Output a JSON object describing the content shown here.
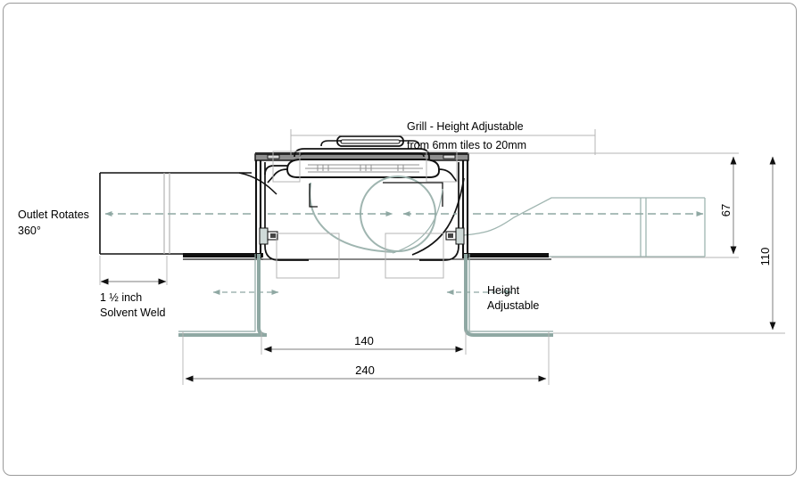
{
  "drawing": {
    "title": "Adjustable Height Shower Drain - Cross Section",
    "view": "section",
    "units": "mm"
  },
  "annotations": {
    "grill_line1": "Grill - Height Adjustable",
    "grill_line2": "from 6mm tiles to 20mm",
    "outlet_line1": "Outlet Rotates",
    "outlet_line2": "360°",
    "solvent_line1": "1 ½ inch",
    "solvent_line2": "Solvent Weld",
    "height_line1": "Height",
    "height_line2": "Adjustable"
  },
  "dimensions": {
    "inner_width": "140",
    "outer_width": "240",
    "body_height": "67",
    "total_height": "110"
  },
  "colors": {
    "outline": "#000000",
    "phantom": "#9fb5b0",
    "leg": "#8fa8a3",
    "dimline": "#7d7d7d",
    "grill_fill": "#8f8f8f",
    "frame": "#9a9a9a",
    "thin": "#b4b4b4"
  },
  "icons": {
    "arrow_left": "arrow-left-icon",
    "arrow_right": "arrow-right-icon",
    "arrow_up": "arrow-up-icon",
    "arrow_down": "arrow-down-icon"
  }
}
